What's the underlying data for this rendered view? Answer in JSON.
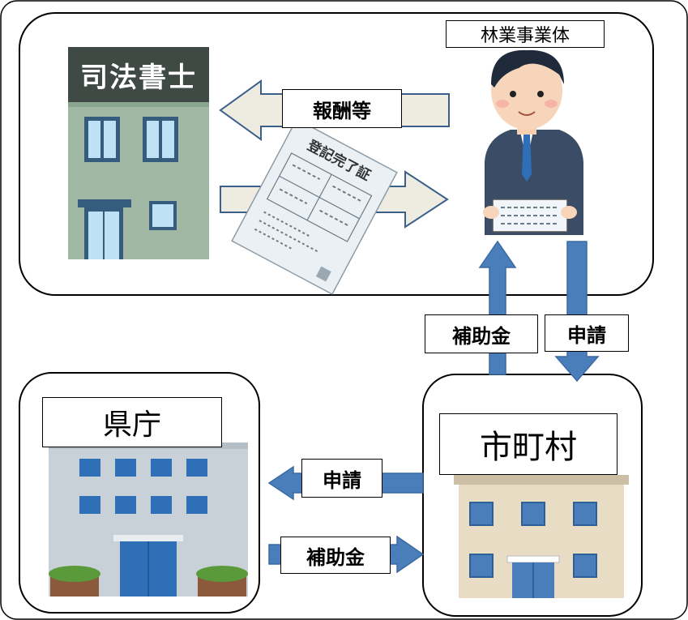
{
  "labels": {
    "scrivener_sign": "司法書士",
    "forestry_entity": "林業事業体",
    "fee": "報酬等",
    "certificate_title": "登記完了証",
    "subsidy_vertical": "補助金",
    "application_vertical": "申請",
    "prefecture": "県庁",
    "municipality": "市町村",
    "application_horizontal": "申請",
    "subsidy_horizontal": "補助金"
  },
  "colors": {
    "blue_arrow": "#4a7ebb",
    "beige_arrow": "#eeece1",
    "building_green": "#9fb7a3",
    "building_gray": "#c9d1d8",
    "building_beige": "#e8dcc5"
  },
  "icons": [
    "judicial-scrivener-office-icon",
    "businessman-icon",
    "certificate-icon",
    "prefectural-office-icon",
    "municipal-office-icon"
  ]
}
